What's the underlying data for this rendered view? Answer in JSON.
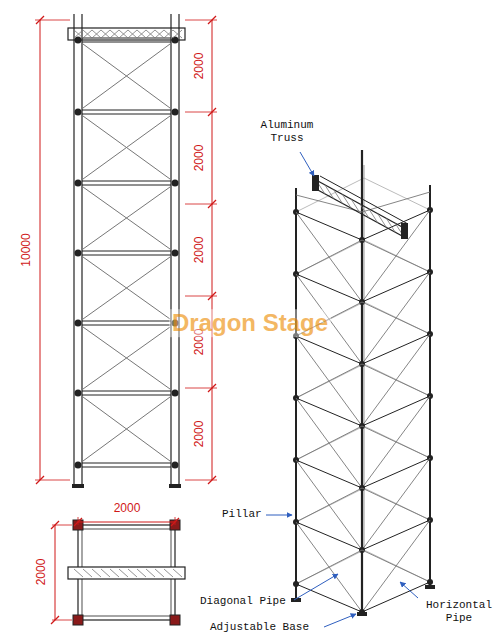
{
  "diagram": {
    "labels": [
      "2000",
      "2000",
      "2000",
      "2000",
      "2000",
      "10000",
      "Aluminum Truss",
      "Pillar",
      "Dragon Stage",
      "2000",
      "2000",
      "Diagonal Pipe",
      "Adjustable Base",
      "Horizontal Pipe"
    ]
  }
}
